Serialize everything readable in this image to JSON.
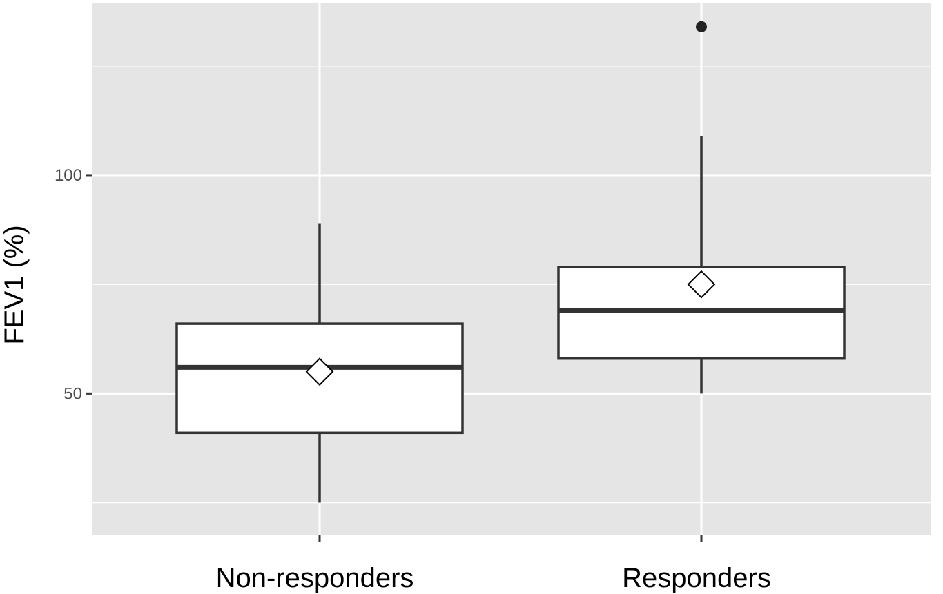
{
  "chart_data": {
    "type": "boxplot",
    "title": "",
    "xlabel": "",
    "ylabel": "FEV1 (%)",
    "categories": [
      "Non-responders",
      "Responders"
    ],
    "y_ticks": [
      50,
      100
    ],
    "y_tick_labels": [
      "50",
      "100"
    ],
    "y_minor_gridlines": [
      25,
      75,
      125
    ],
    "ylim": [
      17.5,
      139.5
    ],
    "grid": true,
    "legend": "none",
    "boxes": [
      {
        "category": "Non-responders",
        "whisker_low": 25,
        "q1": 41,
        "median": 56,
        "q3": 66,
        "whisker_high": 89,
        "mean": 55,
        "outliers": []
      },
      {
        "category": "Responders",
        "whisker_low": 50,
        "q1": 58,
        "median": 69,
        "q3": 79,
        "whisker_high": 109,
        "mean": 75,
        "outliers": [
          134
        ]
      }
    ],
    "colors": {
      "panel_background": "#e5e5e5",
      "gridline": "#ffffff",
      "box_fill": "#ffffff",
      "box_stroke": "#333333",
      "mean_marker_fill": "#ffffff",
      "outlier_fill": "#222222"
    }
  }
}
